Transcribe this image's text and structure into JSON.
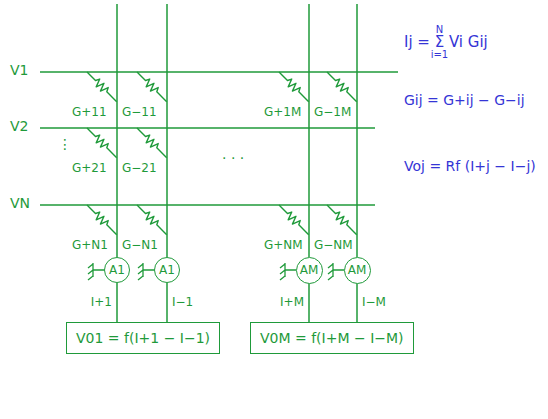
{
  "diagram": {
    "nodes": [
      {
        "text": [
          "A1"
        ]
      },
      {
        "text": [
          "A1"
        ]
      },
      {
        "text": [
          "AM"
        ]
      },
      {
        "text": [
          "AM"
        ]
      },
      {
        "text": [
          "V01 = f(I+1 − I−1)"
        ]
      },
      {
        "text": [
          "V0M = f(I+M − I−M)"
        ]
      }
    ],
    "edges": [
      {
        "from": 0,
        "to": 4,
        "arrow": "none",
        "label": "I+1"
      },
      {
        "from": 1,
        "to": 4,
        "arrow": "none",
        "label": "I−1"
      },
      {
        "from": 2,
        "to": 5,
        "arrow": "none",
        "label": "I+M"
      },
      {
        "from": 3,
        "to": 5,
        "arrow": "none",
        "label": "I−M"
      }
    ],
    "labels": [
      "V1",
      "V2",
      "VN",
      "G+11",
      "G−11",
      "G+1M",
      "G−1M",
      "G+21",
      "G−21",
      "⋮",
      "· · ·",
      "G+N1",
      "G−N1",
      "G+NM",
      "G−NM",
      "Ij = Σ Vi Gij",
      "N",
      "i=1",
      "Gij = G+ij − G−ij",
      "Voj = Rf (I+j − I−j)"
    ]
  }
}
